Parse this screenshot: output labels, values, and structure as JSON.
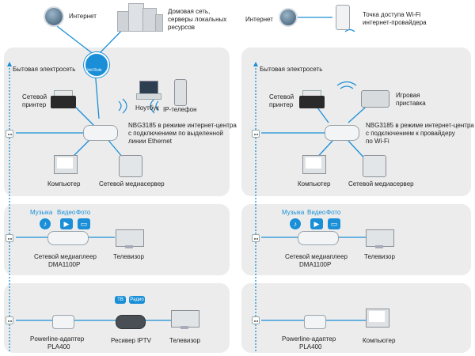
{
  "left": {
    "internet": "Интернет",
    "home_net": "Домовая сеть,",
    "home_net2": "серверы локальных",
    "home_net3": "ресурсов",
    "unit_label": "Unit Rule",
    "powerline": "Бытовая электросеть",
    "printer1": "Сетевой",
    "printer2": "принтер",
    "laptop": "Ноутбук",
    "phone": "IP-телефон",
    "router1": "NBG3185 в режиме интернет-центра",
    "router2": "с подключением по выделенной",
    "router3": "линии Ethernet",
    "computer": "Компьютер",
    "mediaserver": "Сетевой медиасервер",
    "music": "Музыка",
    "video": "Видео",
    "photo": "Фото",
    "player1": "Сетевой медиаплеер",
    "player2": "DMA1100P",
    "tv": "Телевизор",
    "tv_badge": "ТВ",
    "radio_badge": "Радио",
    "pla1": "Powerline-адаптер",
    "pla2": "PLA400",
    "iptv": "Ресивер IPTV",
    "tv2": "Телевизор"
  },
  "right": {
    "internet": "Интернет",
    "ap1": "Точка доступа Wi-Fi",
    "ap2": "интернет-провайдера",
    "powerline": "Бытовая электросеть",
    "printer1": "Сетевой",
    "printer2": "принтер",
    "console1": "Игровая",
    "console2": "приставка",
    "router1": "NBG3185 в режиме интернет-центра",
    "router2": "с подключением к провайдеру",
    "router3": "по Wi-Fi",
    "computer": "Компьютер",
    "mediaserver": "Сетевой медиасервер",
    "music": "Музыка",
    "video": "Видео",
    "photo": "Фото",
    "player1": "Сетевой медиаплеер",
    "player2": "DMA1100P",
    "tv": "Телевизор",
    "pla1": "Powerline-адаптер",
    "pla2": "PLA400",
    "computer2": "Компьютер"
  },
  "colors": {
    "accent": "#1a8fd8",
    "panel": "#ececec",
    "line": "#1a8fd8"
  }
}
